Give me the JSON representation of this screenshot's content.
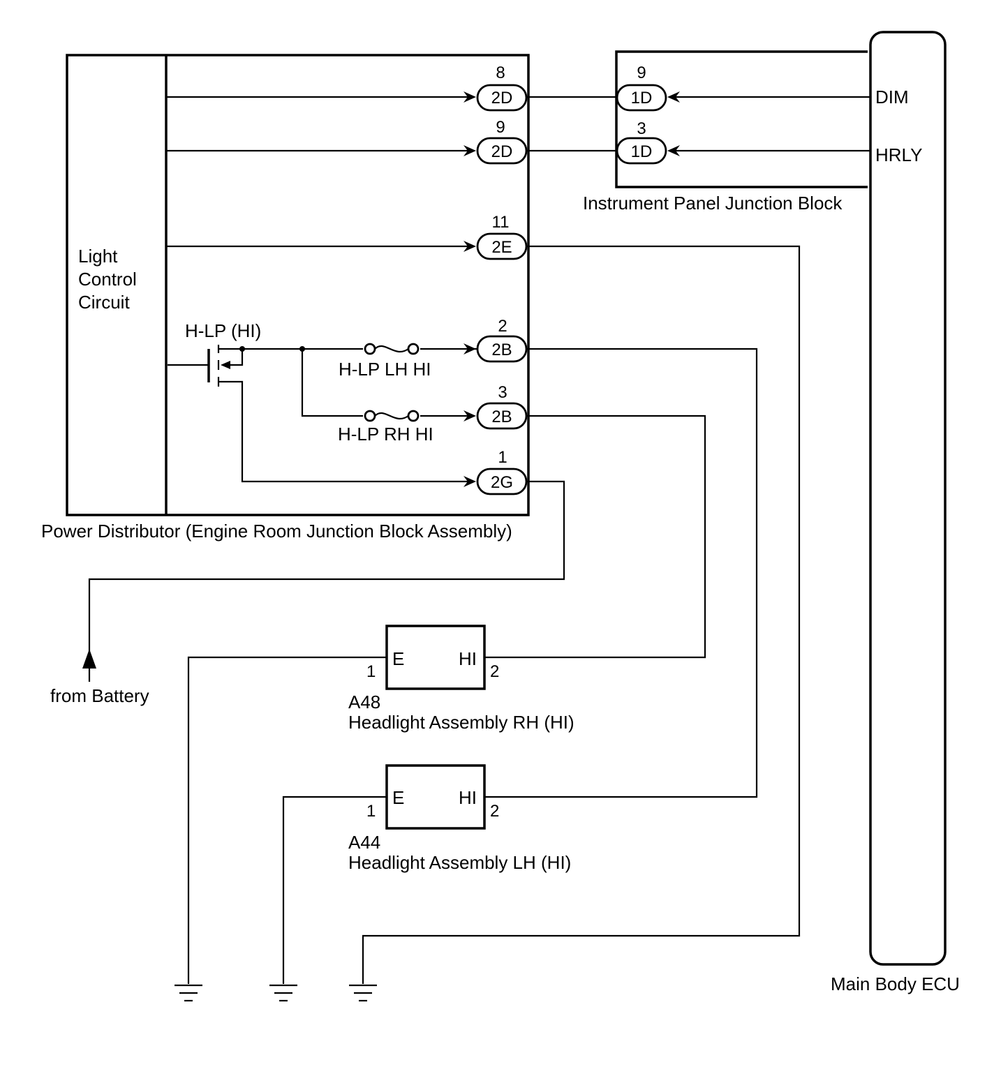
{
  "power_distributor": {
    "label": "Power Distributor (Engine Room Junction Block Assembly)",
    "inner_label": [
      "Light",
      "Control",
      "Circuit"
    ],
    "relay_label": "H-LP (HI)",
    "fuse_lh": "H-LP LH HI",
    "fuse_rh": "H-LP RH HI"
  },
  "instrument_panel": {
    "label": "Instrument Panel Junction Block"
  },
  "main_ecu": {
    "label": "Main Body ECU",
    "dim": "DIM",
    "hrly": "HRLY"
  },
  "connectors": {
    "pd_2d_8": {
      "pin": "8",
      "id": "2D"
    },
    "pd_2d_9": {
      "pin": "9",
      "id": "2D"
    },
    "pd_2e_11": {
      "pin": "11",
      "id": "2E"
    },
    "pd_2b_2": {
      "pin": "2",
      "id": "2B"
    },
    "pd_2b_3": {
      "pin": "3",
      "id": "2B"
    },
    "pd_2g_1": {
      "pin": "1",
      "id": "2G"
    },
    "ip_1d_9": {
      "pin": "9",
      "id": "1D"
    },
    "ip_1d_3": {
      "pin": "3",
      "id": "1D"
    }
  },
  "headlight_rh": {
    "code": "A48",
    "name": "Headlight Assembly RH (HI)",
    "e": "E",
    "hi": "HI",
    "pin1": "1",
    "pin2": "2"
  },
  "headlight_lh": {
    "code": "A44",
    "name": "Headlight Assembly LH (HI)",
    "e": "E",
    "hi": "HI",
    "pin1": "1",
    "pin2": "2"
  },
  "battery": {
    "label": "from Battery"
  }
}
